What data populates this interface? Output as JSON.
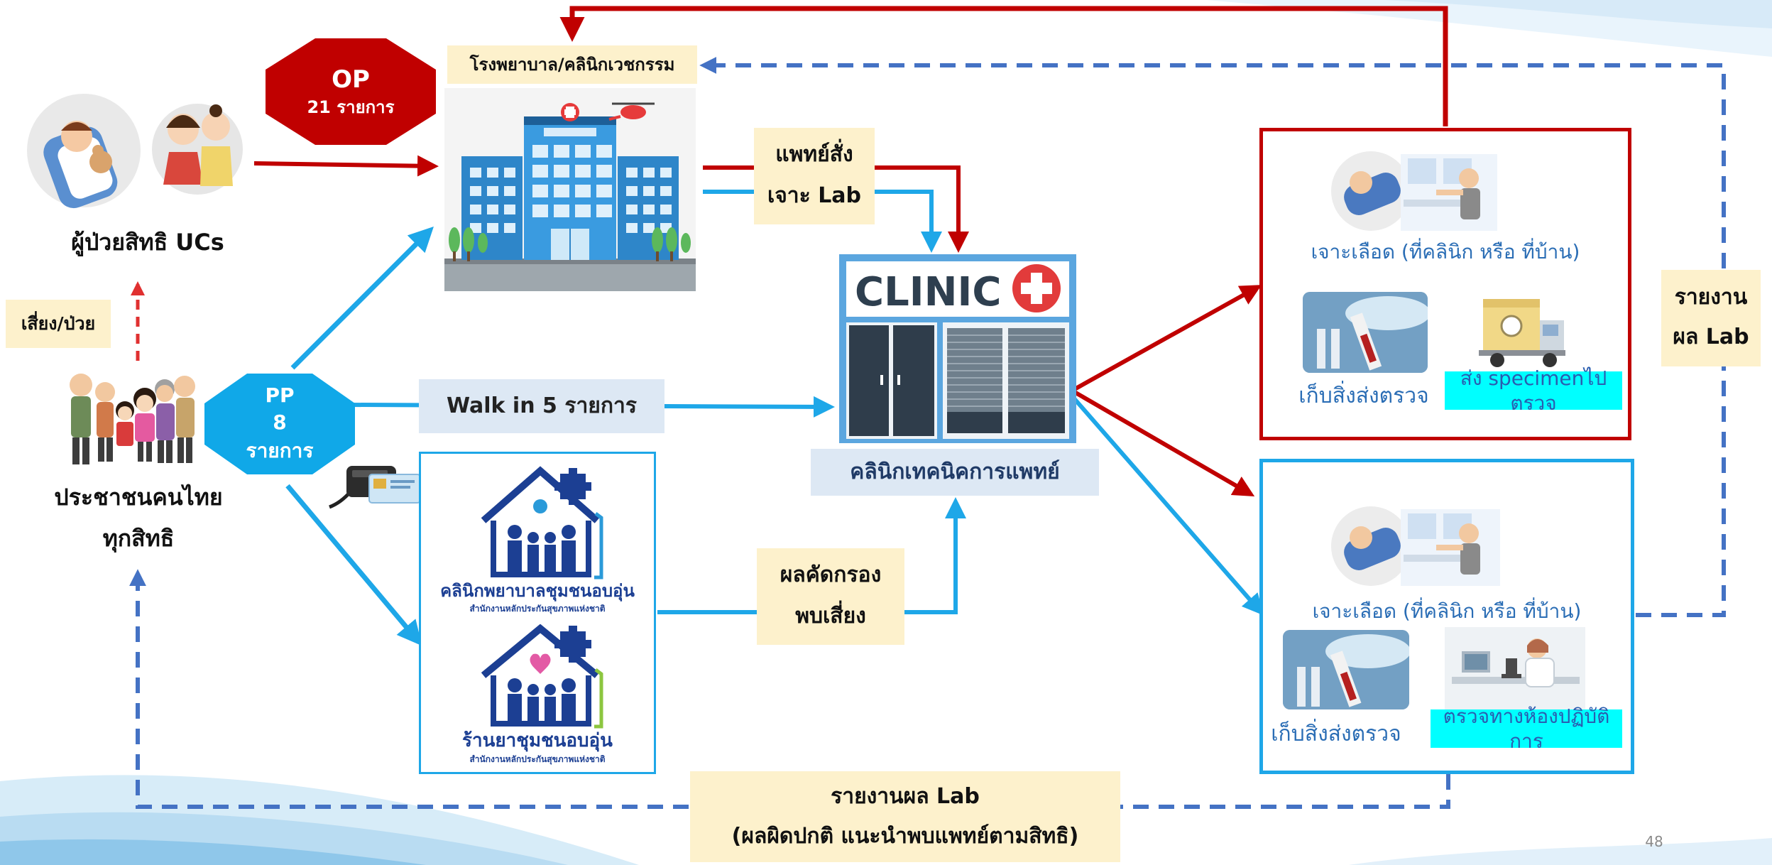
{
  "slide": {
    "page_number": "48",
    "hospital_label": "โรงพยาบาล/คลินิกเวชกรรม",
    "op_badge": {
      "title": "OP",
      "subtitle": "21 รายการ"
    },
    "pp_badge": {
      "title": "PP",
      "count": "8",
      "subtitle": "รายการ"
    },
    "uc_patients_label": "ผู้ป่วยสิทธิ UCs",
    "risk_label": "เสี่ยง/ป่วย",
    "thai_people_label": [
      "ประชาชนคนไทย",
      "ทุกสิทธิ"
    ],
    "doctor_order": [
      "แพทย์สั่ง",
      "เจาะ Lab"
    ],
    "walk_in_label": "Walk in 5 รายการ",
    "clinic_sign": "CLINIC",
    "medtech_clinic_label": "คลินิกเทคนิคการแพทย์",
    "warm_clinic_label": "คลินิกพยาบาลชุมชนอบอุ่น",
    "warm_clinic_org": "สำนักงานหลักประกันสุขภาพแห่งชาติ",
    "warm_pharmacy_label": "ร้านยาชุมชนอบอุ่น",
    "warm_pharmacy_org": "สำนักงานหลักประกันสุขภาพแห่งชาติ",
    "screen_result": [
      "ผลคัดกรอง",
      "พบเสี่ยง"
    ],
    "red_box": {
      "draw_blood": "เจาะเลือด (ที่คลินิก หรือ ที่บ้าน)",
      "collect": "เก็บสิ่งส่งตรวจ",
      "send": "ส่ง specimenไปตรวจ"
    },
    "blue_box": {
      "draw_blood": "เจาะเลือด (ที่คลินิก หรือ ที่บ้าน)",
      "collect": "เก็บสิ่งส่งตรวจ",
      "lab": "ตรวจทางห้องปฏิบัติการ"
    },
    "report_right": [
      "รายงาน",
      "ผล Lab"
    ],
    "report_bottom": [
      "รายงานผล Lab",
      "(ผลผิดปกติ แนะนำพบแพทย์ตามสิทธิ)"
    ]
  },
  "colors": {
    "red": "#c00000",
    "cyan": "#1ea7e8",
    "dashed_blue": "#4472c4",
    "op_badge": "#c00000",
    "pp_badge": "#10a8e8",
    "cream": "#fdf1cc",
    "pale_blue": "#dde8f4"
  },
  "icons": [
    "baby-patient-icon",
    "children-icon",
    "family-icon",
    "card-reader-icon",
    "hospital-building-icon",
    "clinic-building-icon",
    "warm-clinic-logo-icon",
    "warm-pharmacy-logo-icon",
    "blood-draw-icon",
    "test-tube-icon",
    "delivery-truck-icon",
    "lab-scientist-icon"
  ]
}
